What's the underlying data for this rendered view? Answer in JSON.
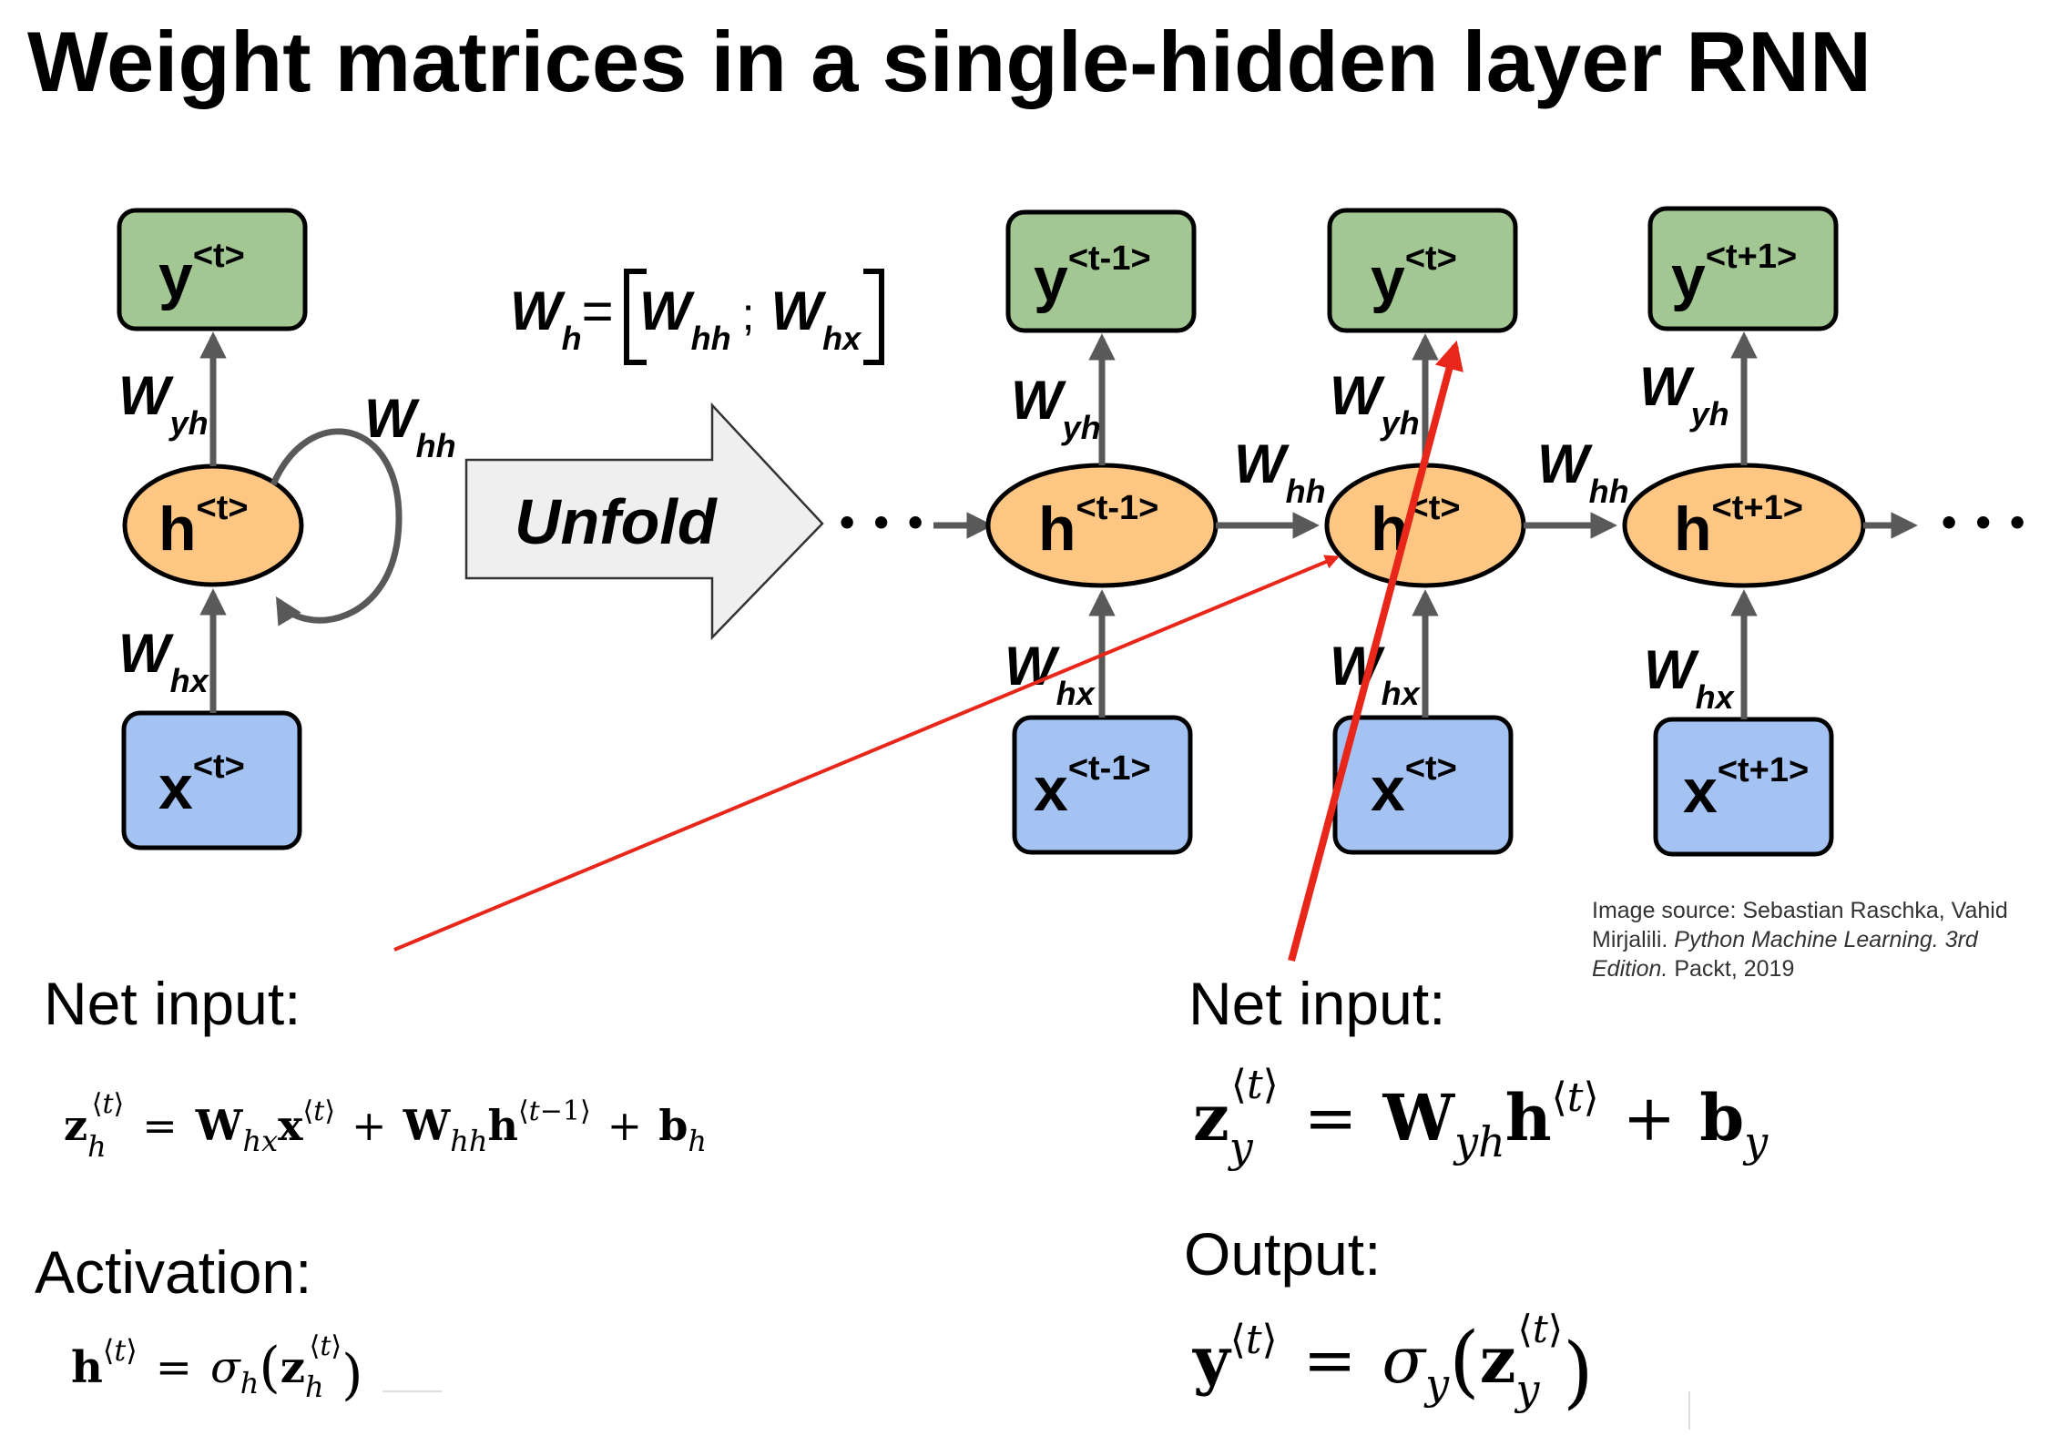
{
  "title": "Weight matrices in a single-hidden layer RNN",
  "unfold_label": "Unfold",
  "wh_equation": {
    "lhs": "W",
    "lhs_sub": "h",
    "eq": "=",
    "a": "W",
    "a_sub": "hh",
    "sep": ";",
    "b": "W",
    "b_sub": "hx"
  },
  "folded": {
    "y": {
      "base": "y",
      "sup": "<t>"
    },
    "h": {
      "base": "h",
      "sup": "<t>"
    },
    "x": {
      "base": "x",
      "sup": "<t>"
    },
    "w_yh": {
      "base": "W",
      "sub": "yh"
    },
    "w_hh": {
      "base": "W",
      "sub": "hh"
    },
    "w_hx": {
      "base": "W",
      "sub": "hx"
    }
  },
  "unfolded": {
    "steps": [
      {
        "y": "<t-1>",
        "h": "<t-1>",
        "x": "<t-1>"
      },
      {
        "y": "<t>",
        "h": "<t>",
        "x": "<t>"
      },
      {
        "y": "<t+1>",
        "h": "<t+1>",
        "x": "<t+1>"
      }
    ],
    "y_base": "y",
    "h_base": "h",
    "x_base": "x",
    "w_yh": {
      "base": "W",
      "sub": "yh"
    },
    "w_hh": {
      "base": "W",
      "sub": "hh"
    },
    "w_hx": {
      "base": "W",
      "sub": "hx"
    },
    "ellipsis": "• • •"
  },
  "source": {
    "line1": "Image source: Sebastian Raschka, Vahid",
    "line2_plain": "Mirjalili. ",
    "line2_italic": "Python Machine Learning. 3rd",
    "line3_italic": "Edition.",
    "line3_plain": " Packt, 2019"
  },
  "left": {
    "net_input_heading": "Net input:",
    "net_input_formula": "z_h^⟨t⟩ = W_hx x^⟨t⟩ + W_hh h^⟨t−1⟩ + b_h",
    "activation_heading": "Activation:",
    "activation_formula": "h^⟨t⟩ = σ_h(z_h^⟨t⟩)"
  },
  "right": {
    "net_input_heading": "Net input:",
    "net_input_formula": "z_y^⟨t⟩ = W_yh h^⟨t⟩ + b_y",
    "output_heading": "Output:",
    "output_formula": "y^⟨t⟩ = σ_y(z_y^⟨t⟩)"
  },
  "colors": {
    "output_node": "#a3c793",
    "hidden_node": "#fdc682",
    "input_node": "#a4c2f2",
    "arrow": "#595959",
    "annotation": "#e8261a",
    "unfold_arrow": "#efefef"
  }
}
